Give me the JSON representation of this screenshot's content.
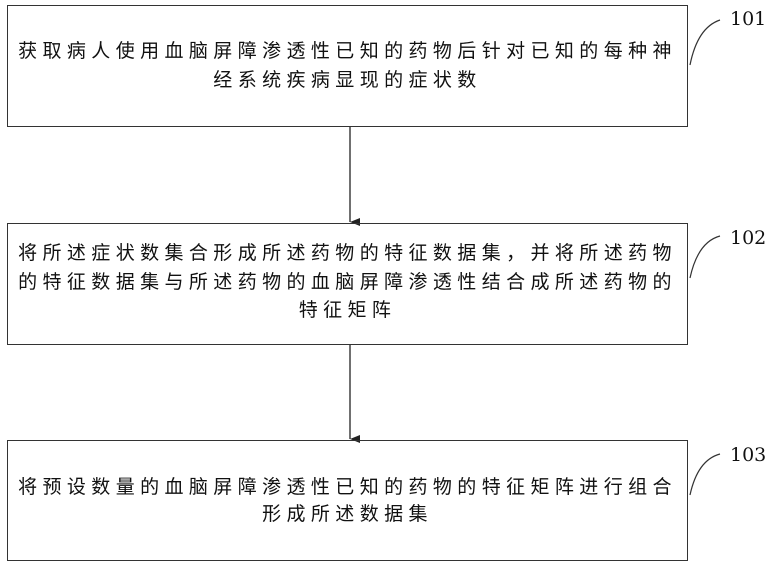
{
  "steps": [
    {
      "label": "101",
      "lines": [
        "获取病人使用血脑屏障渗透性已知的药物后针对已知的每种神",
        "经系统疾病显现的症状数"
      ]
    },
    {
      "label": "102",
      "lines": [
        "将所述症状数集合形成所述药物的特征数据集，并将所述药物",
        "的特征数据集与所述药物的血脑屏障渗透性结合成所述药物的",
        "特征矩阵"
      ]
    },
    {
      "label": "103",
      "lines": [
        "将预设数量的血脑屏障渗透性已知的药物的特征矩阵进行组合",
        "形成所述数据集"
      ]
    }
  ]
}
